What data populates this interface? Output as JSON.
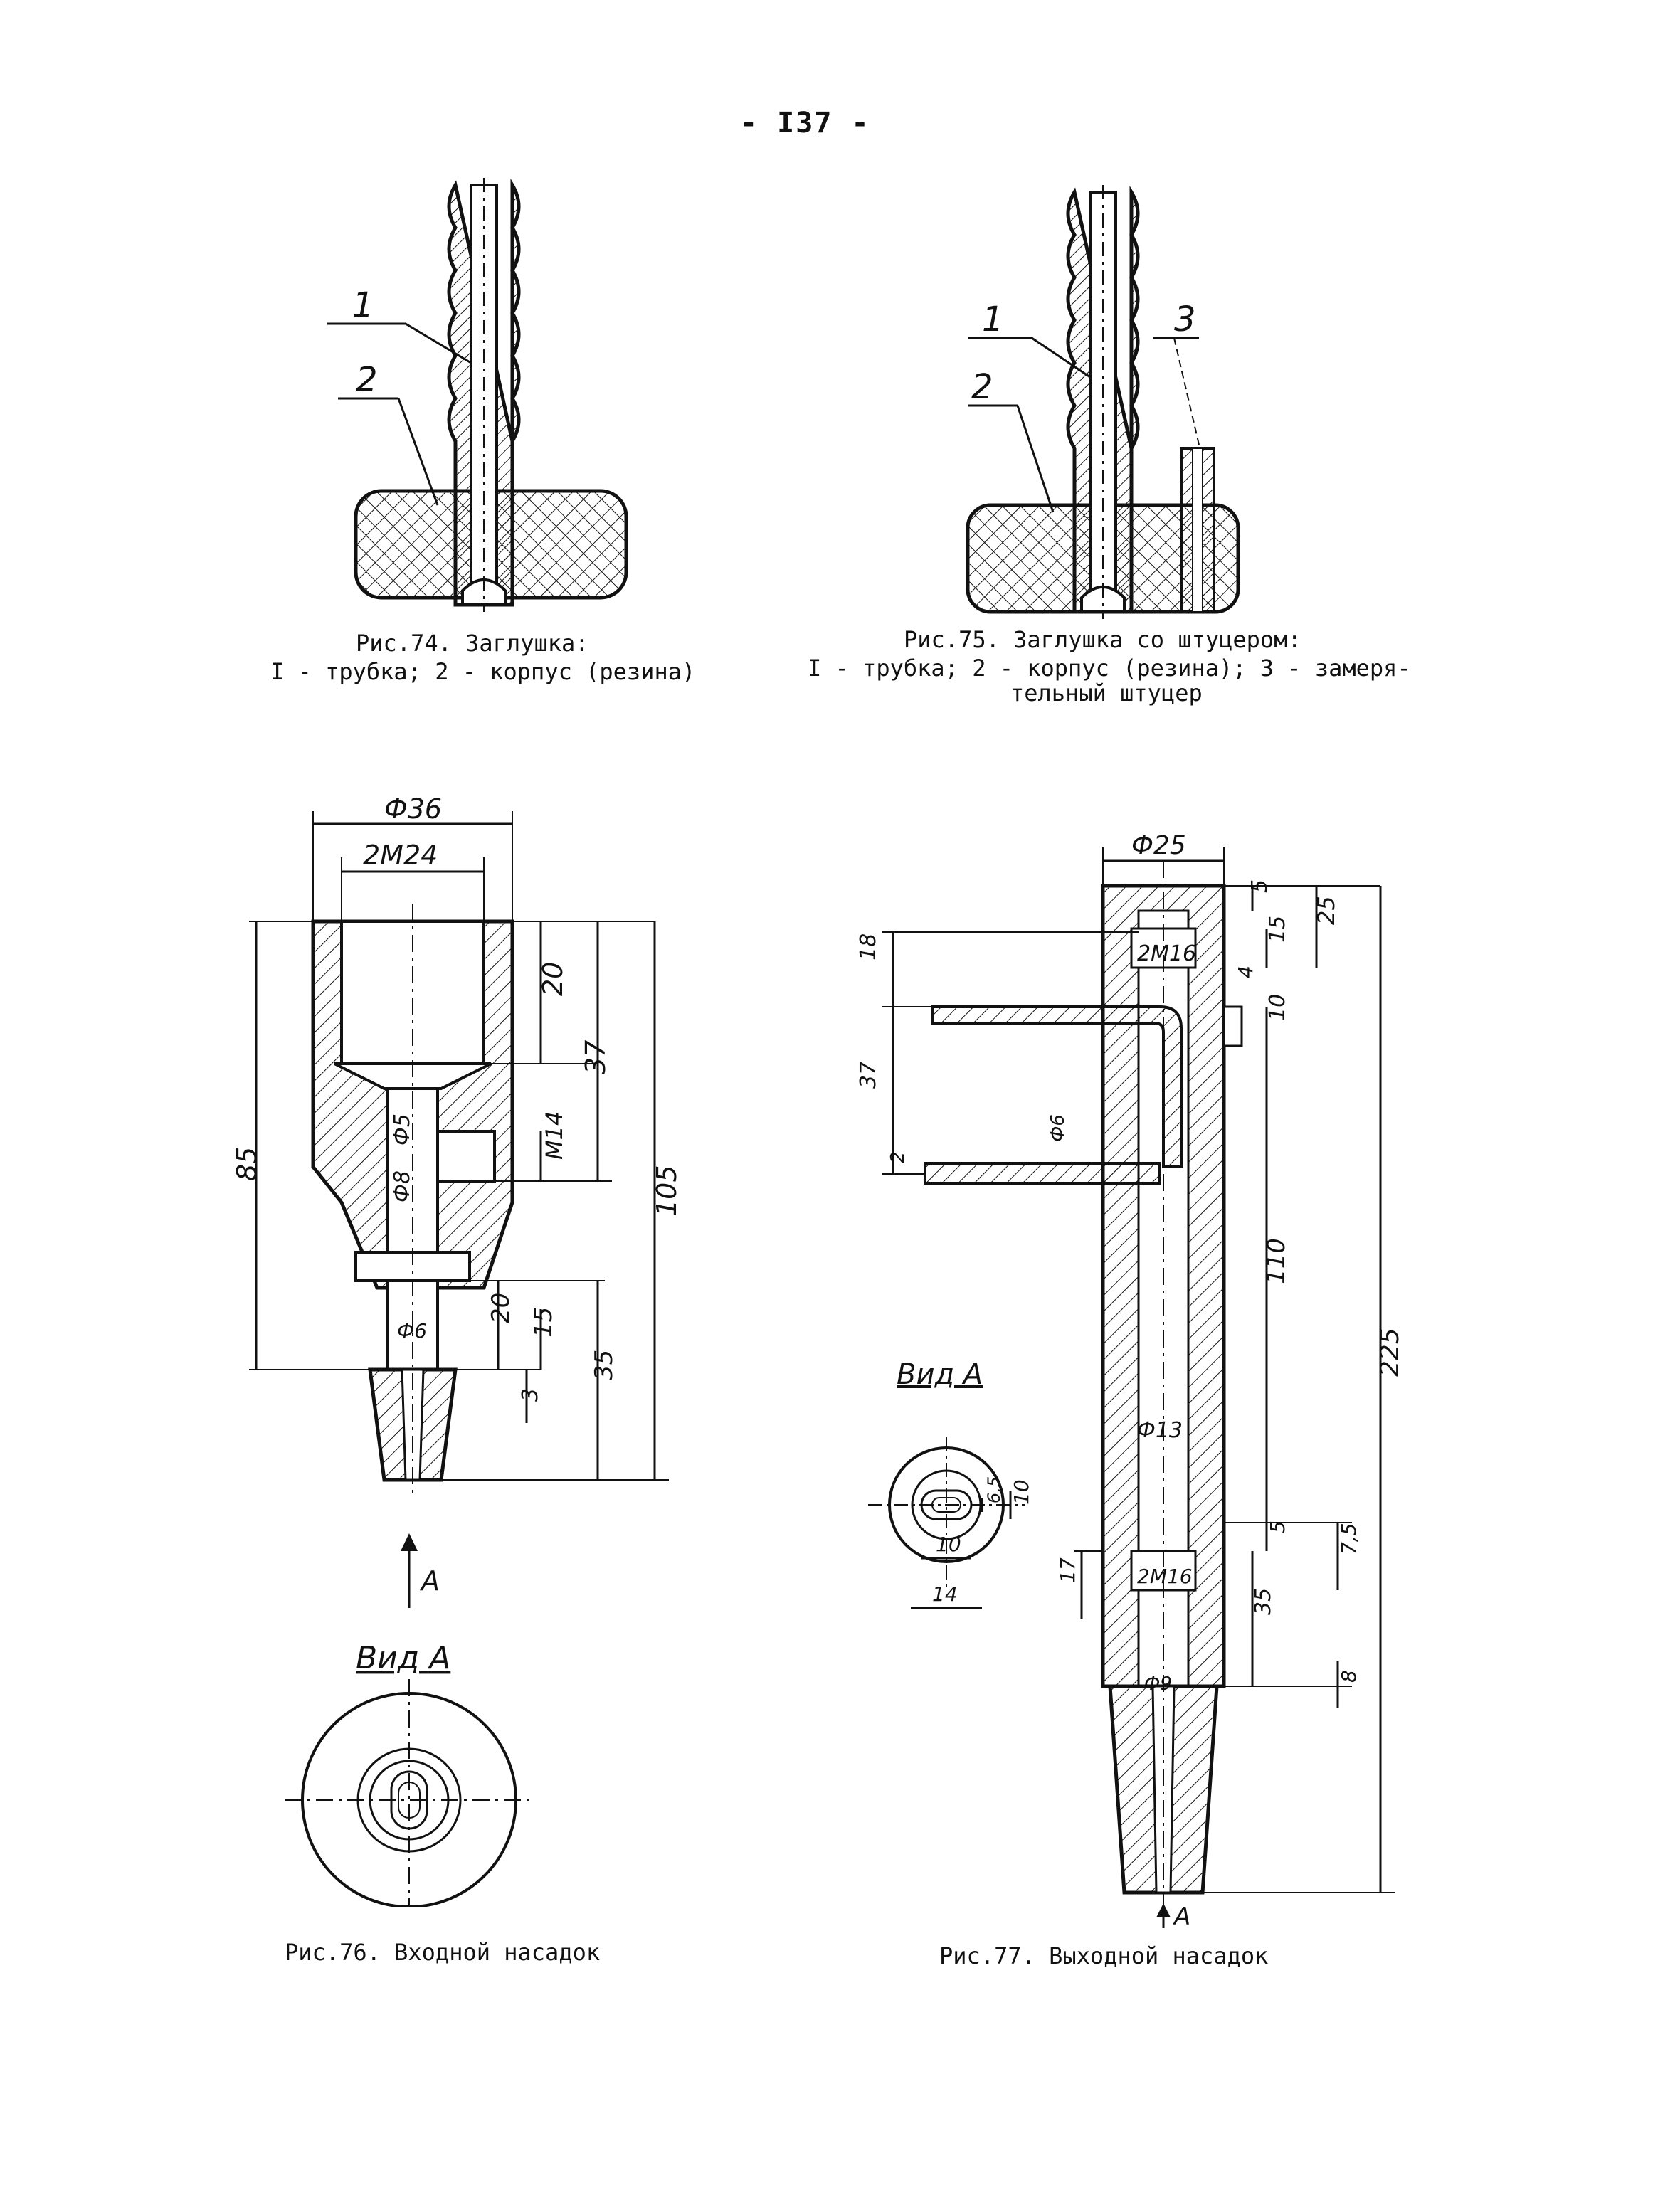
{
  "page_number": "- I37 -",
  "fig74": {
    "caption_line1": "Рис.74. Заглушка:",
    "caption_line2": "I - трубка; 2 - корпус (резина)",
    "labels": [
      "1",
      "2"
    ]
  },
  "fig75": {
    "caption_line1": "Рис.75. Заглушка со штуцером:",
    "caption_line2": "I - трубка; 2 - корпус (резина); 3 - замеря-",
    "caption_line3": "тельный штуцер",
    "labels": [
      "1",
      "2",
      "3"
    ]
  },
  "fig76": {
    "caption": "Рис.76. Входной насадок",
    "dims": {
      "d36": "Ф36",
      "m24": "2M24",
      "d20a": "20",
      "d37": "37",
      "d85": "85",
      "d105": "105",
      "m14": "M14",
      "d5": "Ф5",
      "d8": "Ф8",
      "d20b": "20",
      "d15": "15",
      "d35": "35",
      "d3": "3",
      "d6": "Ф6"
    },
    "arrow_label": "A",
    "view_label": "Вид А"
  },
  "fig77": {
    "caption": "Рис.77. Выходной насадок",
    "dims": {
      "d25": "Ф25",
      "d5a": "5",
      "d25b": "25",
      "m16a": "2M16",
      "d15": "15",
      "d4": "4",
      "d10": "10",
      "d18": "18",
      "d37": "37",
      "d6": "Ф6",
      "d2": "2",
      "d110": "110",
      "d225": "225",
      "d13": "Ф13",
      "d5b": "5",
      "d7_5": "7,5",
      "d17": "17",
      "m16b": "2M16",
      "d35": "35",
      "d9": "Ф9",
      "d8": "8",
      "v10a": "10",
      "v6_5": "6,5",
      "v10b": "10",
      "v14": "14"
    },
    "arrow_label": "A",
    "view_label": "Вид А"
  }
}
